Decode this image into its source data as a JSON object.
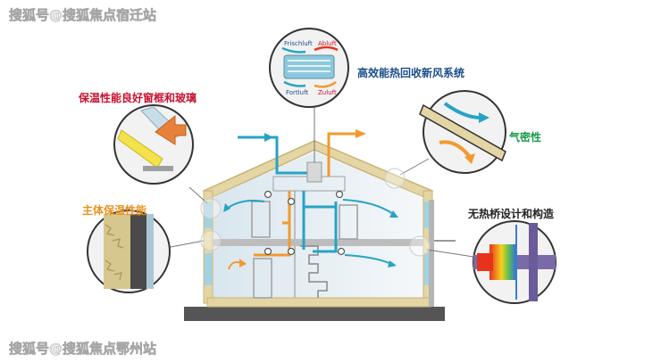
{
  "watermarks": {
    "top": "搜狐号@搜狐焦点宿迁站",
    "bottom": "搜狐号@搜狐焦点鄂州站"
  },
  "labels": {
    "ventilation": "高效能热回收新风系统",
    "windows": "保温性能良好窗框和玻璃",
    "airtight": "气密性",
    "insulation": "主体保温性能",
    "thermal_bridge": "无热桥设计和构造"
  },
  "heat_exchanger": {
    "frischluft": "Frischluft",
    "abluft": "Abluft",
    "fortluft": "Fortluft",
    "zuluft": "Zuluft"
  },
  "colors": {
    "ventilation_label": "#1a4e8a",
    "windows_label": "#c8102e",
    "airtight_label": "#1a9a4a",
    "insulation_label": "#e8911c",
    "thermal_bridge_label": "#222222",
    "fresh_air": "#27a3c4",
    "exhaust_air": "#f29a2e",
    "insulation_fill": "#e4d6a4",
    "wall_frame": "#c9c9c9"
  }
}
